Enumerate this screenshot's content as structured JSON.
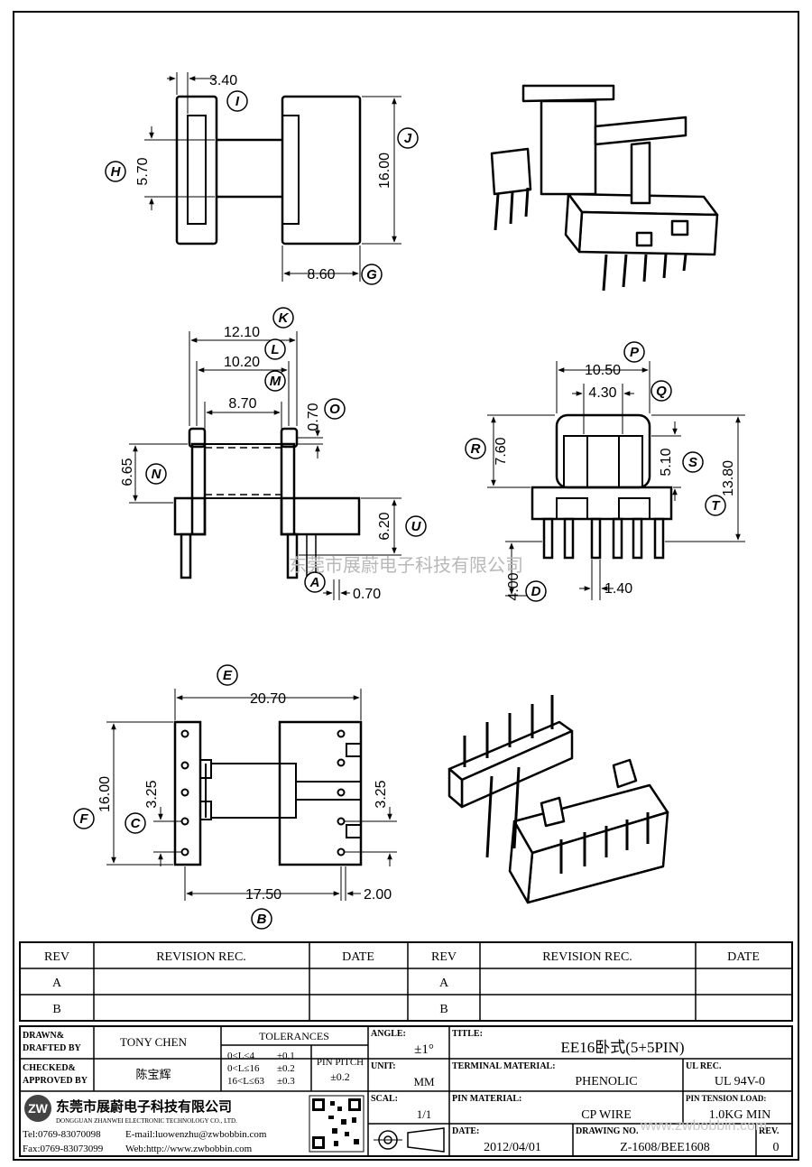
{
  "views": {
    "top": {
      "dims": {
        "i": "3.40",
        "h": "5.70",
        "j": "16.00",
        "g": "8.60"
      },
      "labels": {
        "i": "I",
        "h": "H",
        "j": "J",
        "g": "G"
      }
    },
    "front": {
      "dims": {
        "k": "12.10",
        "l": "10.20",
        "m": "8.70",
        "o": "0.70",
        "n": "6.65",
        "u": "6.20",
        "a": "0.70"
      },
      "labels": {
        "k": "K",
        "l": "L",
        "m": "M",
        "o": "O",
        "n": "N",
        "u": "U",
        "a": "A"
      }
    },
    "side": {
      "dims": {
        "p": "10.50",
        "q": "4.30",
        "r": "7.60",
        "s": "5.10",
        "t": "13.80",
        "d": "4.00",
        "x": "1.40"
      },
      "labels": {
        "p": "P",
        "q": "Q",
        "r": "R",
        "s": "S",
        "t": "T",
        "d": "D"
      }
    },
    "bottom": {
      "dims": {
        "e": "20.70",
        "f": "16.00",
        "c": "3.25",
        "c2": "3.25",
        "b": "17.50",
        "pin": "2.00"
      },
      "labels": {
        "e": "E",
        "f": "F",
        "c": "C",
        "b": "B"
      }
    }
  },
  "watermark": "东莞市展蔚电子科技有限公司",
  "revision": {
    "headers": [
      "REV",
      "REVISION REC.",
      "DATE",
      "REV",
      "REVISION REC.",
      "DATE"
    ],
    "rows": [
      [
        "A",
        "",
        "",
        "A",
        "",
        ""
      ],
      [
        "B",
        "",
        "",
        "B",
        "",
        ""
      ]
    ]
  },
  "titleblock": {
    "drawn_label": "DRAWN&\nDRAFTED BY",
    "drawn_value": "TONY CHEN",
    "checked_label": "CHECKED&\nAPPROVED BY",
    "checked_value": "陈宝辉",
    "tolerances_label": "TOLERANCES",
    "tol_rows": [
      [
        "0<L≤4",
        "±0.1"
      ],
      [
        "0<L≤16",
        "±0.2"
      ],
      [
        "16<L≤63",
        "±0.3"
      ]
    ],
    "pin_pitch_label": "PIN PITCH",
    "pin_pitch_value": "±0.2",
    "angle_label": "ANGLE:",
    "angle_value": "±1°",
    "unit_label": "UNIT:",
    "unit_value": "MM",
    "scal_label": "SCAL:",
    "scal_value": "1/1",
    "title_label": "TITLE:",
    "title_value": "EE16卧式(5+5PIN)",
    "terminal_label": "TERMINAL MATERIAL:",
    "terminal_value": "PHENOLIC",
    "ul_label": "UL REC.",
    "ul_value": "UL 94V-0",
    "pinmat_label": "PIN MATERIAL:",
    "pinmat_value": "CP WIRE",
    "tension_label": "PIN TENSION LOAD:",
    "tension_value": "1.0KG MIN",
    "date_label": "DATE:",
    "date_value": "2012/04/01",
    "drawingno_label": "DRAWING NO.",
    "drawingno_value": "Z-1608/BEE1608",
    "rev_label": "REV.",
    "rev_value": "0",
    "company_cn": "东莞市展蔚电子科技有限公司",
    "company_en": "DONGGUAN ZHANWEI ELECTRONIC TECHNOLOGY CO., LTD.",
    "tel": "Tel:0769-83070098",
    "email": "E-mail:luowenzhu@zwbobbin.com",
    "fax": "Fax:0769-83073099",
    "web": "Web:http://www.zwbobbin.com",
    "site_watermark": "www.zwbobbin.com"
  }
}
